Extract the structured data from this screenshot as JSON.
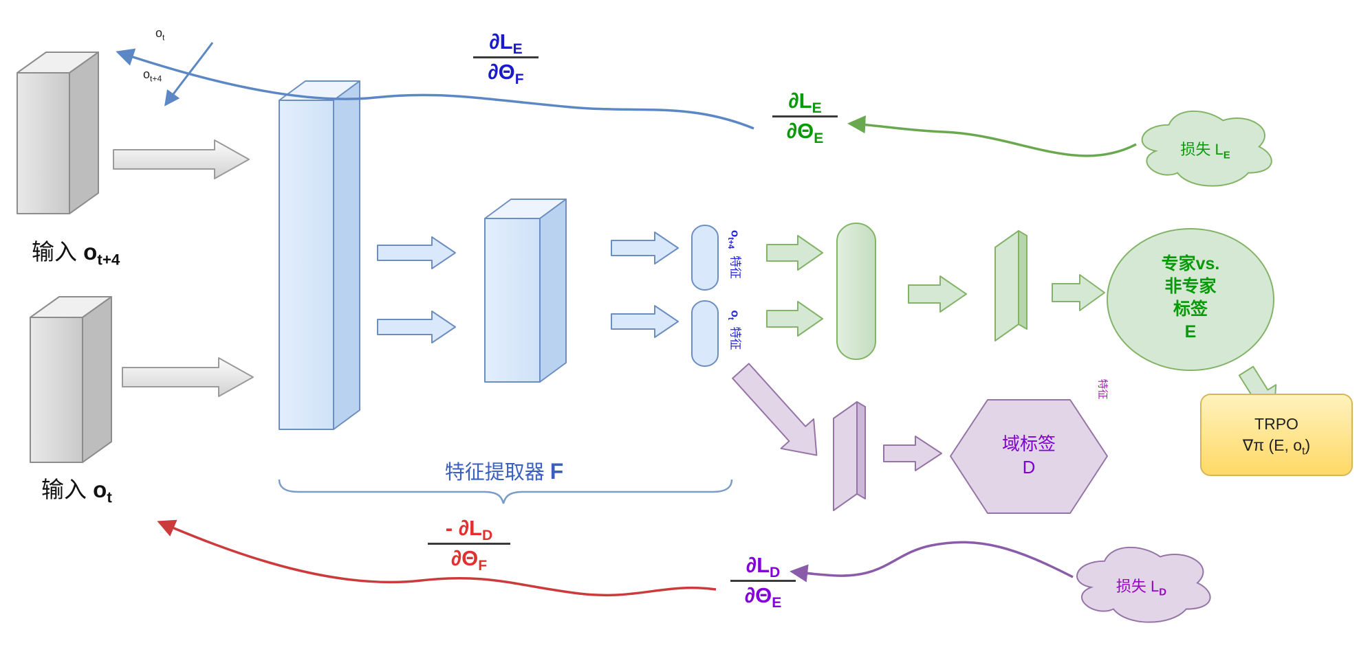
{
  "colors": {
    "blue_text": "#1a1acc",
    "green_text": "#089a08",
    "red_text": "#e03030",
    "purple_text": "#8400d6",
    "feature_label_blue": "#2424d8",
    "brace_label_blue": "#3a5fc0",
    "stray_purple": "#a21caf",
    "loss_d_purple": "#9b00c8",
    "blue_fill": "#dae8fc",
    "blue_stroke": "#6c8ebf",
    "green_fill": "#d5e8d4",
    "green_stroke": "#82b366",
    "purple_fill": "#e1d5e7",
    "purple_stroke": "#9673a6",
    "yellow_fill": "#ffe599",
    "yellow_stroke": "#d6b656",
    "gray_fill": "#dcdcdc",
    "gray_stroke": "#8c8c8c"
  },
  "inputs": {
    "top": {
      "prefix": "输入 ",
      "base": "o",
      "sub": "t+4"
    },
    "bottom": {
      "prefix": "输入 ",
      "base": "o",
      "sub": "t"
    }
  },
  "backprop": {
    "ot": {
      "base": "o",
      "sub": "t"
    },
    "ot4": {
      "base": "o",
      "sub": "t+4"
    }
  },
  "gradients": {
    "le_f": {
      "num": "∂L",
      "num_sub": "E",
      "den": "∂Θ",
      "den_sub": "F"
    },
    "le_e": {
      "num": "∂L",
      "num_sub": "E",
      "den": "∂Θ",
      "den_sub": "E"
    },
    "ld_f": {
      "num": "- ∂L",
      "num_sub": "D",
      "den": "∂Θ",
      "den_sub": "F"
    },
    "ld_e": {
      "num": "∂L",
      "num_sub": "D",
      "den": "∂Θ",
      "den_sub": "E"
    }
  },
  "feature_extractor": {
    "label": "特征提取器 ",
    "symbol": "F"
  },
  "features": {
    "top": {
      "base": "o",
      "sub": "t+4",
      "suffix": "特征"
    },
    "bottom": {
      "base": "o",
      "sub": "t",
      "suffix": "特征"
    },
    "stray": "特征"
  },
  "expert": {
    "line1": "专家vs.",
    "line2": "非专家",
    "line3": "标签",
    "line4": "E"
  },
  "domain": {
    "line1": "域标签",
    "line2": "D"
  },
  "trpo": {
    "line1": "TRPO",
    "line2_base": "∇π (E, o",
    "line2_sub": "t",
    "line2_end": ")"
  },
  "losses": {
    "expert": {
      "base": "损失 L",
      "sub": "E"
    },
    "domain": {
      "base": "损失 L",
      "sub": "D"
    }
  }
}
